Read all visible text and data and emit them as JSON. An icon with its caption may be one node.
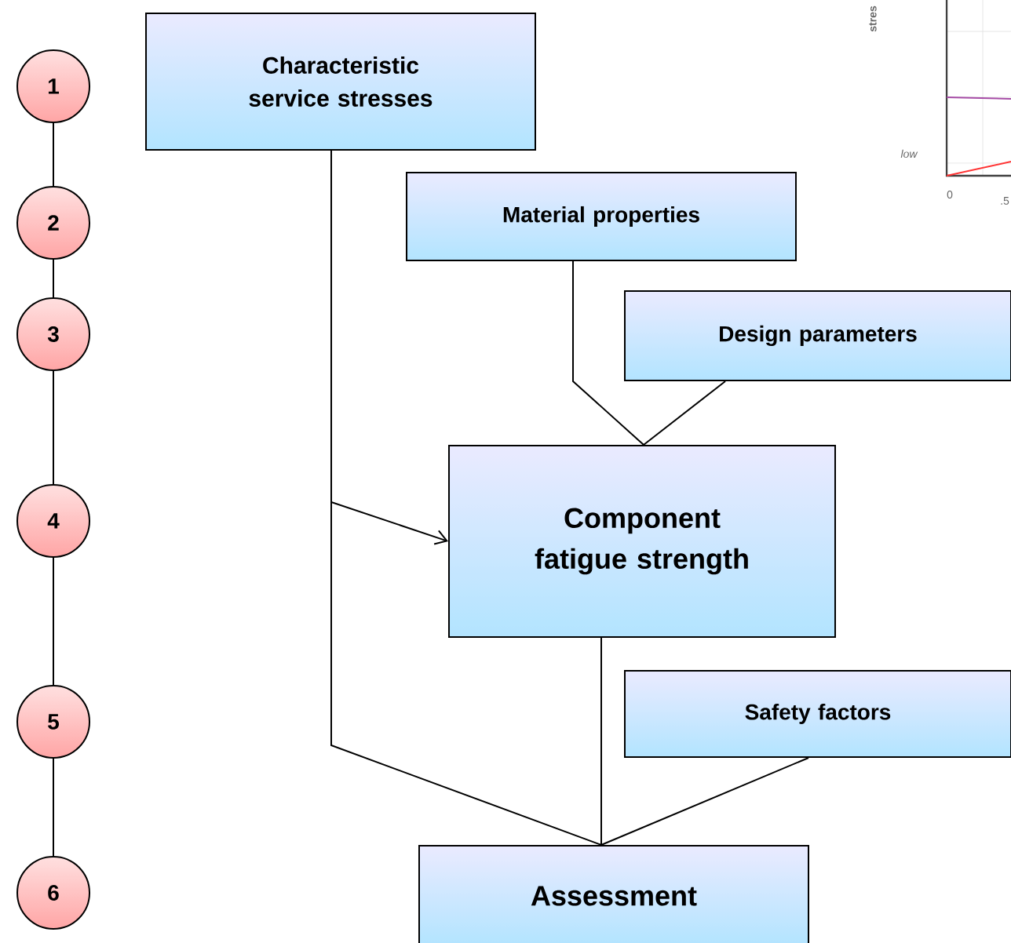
{
  "diagram": {
    "nodes": [
      {
        "text": [
          "Characteristic service stresses"
        ]
      },
      {
        "text": [
          "Material properties"
        ]
      },
      {
        "text": [
          "Design parameters"
        ]
      },
      {
        "text": [
          "Component fatigue strength"
        ]
      },
      {
        "text": [
          "Safety factors"
        ]
      },
      {
        "text": [
          "Assessment"
        ]
      },
      {
        "text": [
          "1"
        ]
      },
      {
        "text": [
          "2"
        ]
      },
      {
        "text": [
          "3"
        ]
      },
      {
        "text": [
          "4"
        ]
      },
      {
        "text": [
          "5"
        ]
      },
      {
        "text": [
          "6"
        ]
      }
    ],
    "edges": [
      {
        "from": 0,
        "to": 3,
        "arrow": "to"
      },
      {
        "from": 0,
        "to": 5,
        "arrow": "none"
      },
      {
        "from": 1,
        "to": 3,
        "arrow": "none"
      },
      {
        "from": 2,
        "to": 3,
        "arrow": "none"
      },
      {
        "from": 3,
        "to": 5,
        "arrow": "none"
      },
      {
        "from": 4,
        "to": 5,
        "arrow": "none"
      },
      {
        "from": 6,
        "to": 7,
        "arrow": "none"
      },
      {
        "from": 7,
        "to": 8,
        "arrow": "none"
      },
      {
        "from": 8,
        "to": 9,
        "arrow": "none"
      },
      {
        "from": 9,
        "to": 10,
        "arrow": "none"
      },
      {
        "from": 10,
        "to": 11,
        "arrow": "none"
      }
    ],
    "labels": [
      "stres",
      "low",
      "0",
      ".5"
    ]
  }
}
